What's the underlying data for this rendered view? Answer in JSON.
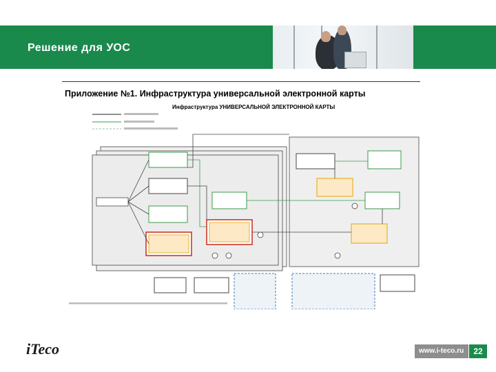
{
  "header": {
    "title": "Решение для УОС"
  },
  "slide": {
    "title": "Приложение №1. Инфраструктура универсальной электронной карты",
    "subtitle": "Инфраструктура УНИВЕРСАЛЬНОЙ ЭЛЕКТРОННОЙ КАРТЫ"
  },
  "footer": {
    "url": "www.i-teco.ru",
    "page": "22"
  },
  "logo": {
    "text": "iTeco"
  },
  "colors": {
    "brand": "#1a8a4c",
    "accent_red": "#cc2a1c",
    "accent_yellow": "#e8b22a",
    "box_green": "#3a9a4a",
    "box_blue": "#4a7ab0"
  }
}
